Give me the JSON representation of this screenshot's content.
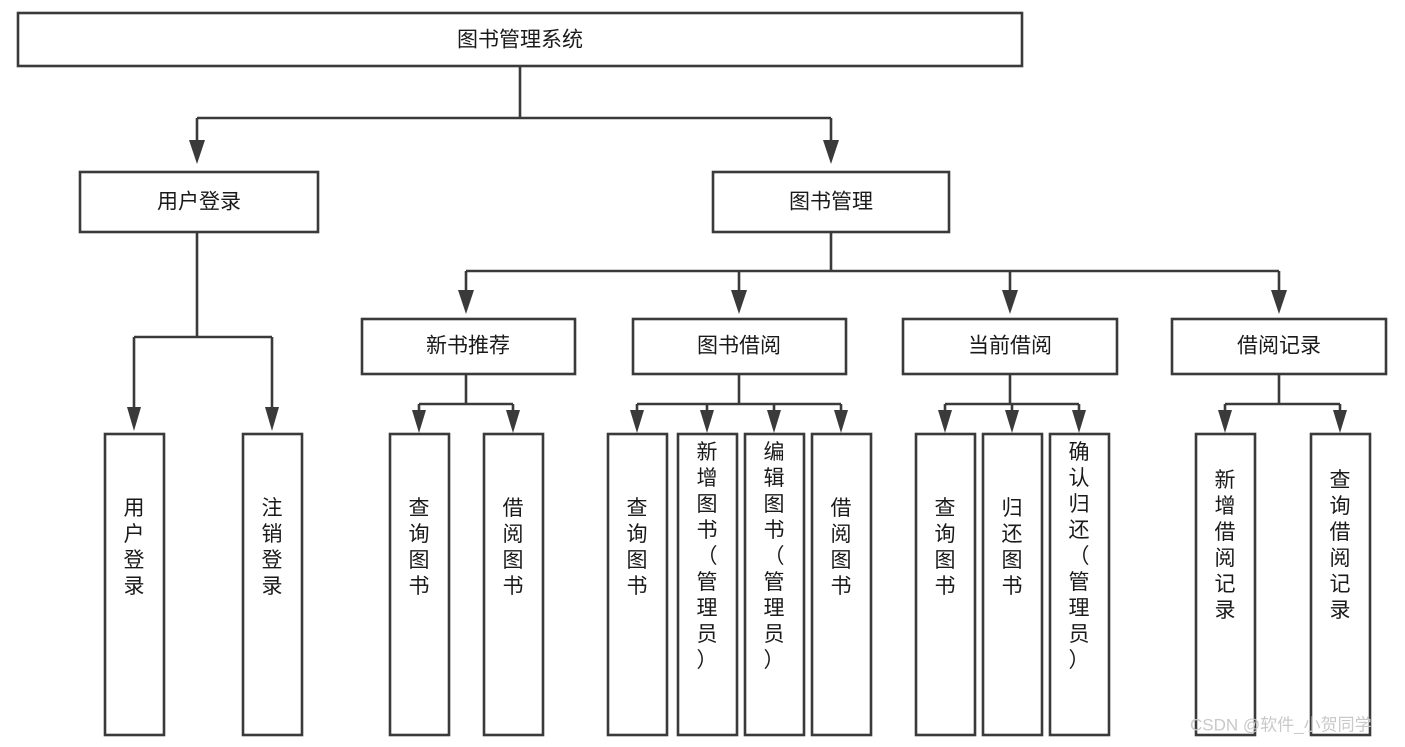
{
  "diagram": {
    "type": "hierarchy-tree",
    "title": "图书管理系统",
    "background_color": "#ffffff",
    "line_color": "#3a3a3a",
    "text_color": "#1a1a1a",
    "root": {
      "id": "root",
      "label": "图书管理系统",
      "orientation": "horizontal"
    },
    "level2": [
      {
        "id": "user-login",
        "label": "用户登录",
        "orientation": "horizontal"
      },
      {
        "id": "book-management",
        "label": "图书管理",
        "orientation": "horizontal"
      }
    ],
    "level3": [
      {
        "id": "new-book-recommend",
        "label": "新书推荐",
        "orientation": "horizontal"
      },
      {
        "id": "book-borrow",
        "label": "图书借阅",
        "orientation": "horizontal"
      },
      {
        "id": "current-borrow",
        "label": "当前借阅",
        "orientation": "horizontal"
      },
      {
        "id": "borrow-record",
        "label": "借阅记录",
        "orientation": "horizontal"
      }
    ],
    "leaves": [
      {
        "id": "leaf-user-login",
        "label": "用户登录",
        "parent": "user-login",
        "orientation": "vertical"
      },
      {
        "id": "leaf-logout-login",
        "label": "注销登录",
        "parent": "user-login",
        "orientation": "vertical"
      },
      {
        "id": "leaf-query-book-1",
        "label": "查询图书",
        "parent": "new-book-recommend",
        "orientation": "vertical"
      },
      {
        "id": "leaf-borrow-book-1",
        "label": "借阅图书",
        "parent": "new-book-recommend",
        "orientation": "vertical"
      },
      {
        "id": "leaf-query-book-2",
        "label": "查询图书",
        "parent": "book-borrow",
        "orientation": "vertical"
      },
      {
        "id": "leaf-add-book",
        "label": "新增图书（管理员）",
        "parent": "book-borrow",
        "orientation": "vertical"
      },
      {
        "id": "leaf-edit-book",
        "label": "编辑图书（管理员）",
        "parent": "book-borrow",
        "orientation": "vertical"
      },
      {
        "id": "leaf-borrow-book-2",
        "label": "借阅图书",
        "parent": "book-borrow",
        "orientation": "vertical"
      },
      {
        "id": "leaf-query-book-3",
        "label": "查询图书",
        "parent": "current-borrow",
        "orientation": "vertical"
      },
      {
        "id": "leaf-return-book",
        "label": "归还图书",
        "parent": "current-borrow",
        "orientation": "vertical"
      },
      {
        "id": "leaf-confirm-return",
        "label": "确认归还（管理员）",
        "parent": "current-borrow",
        "orientation": "vertical"
      },
      {
        "id": "leaf-add-record",
        "label": "新增借阅记录",
        "parent": "borrow-record",
        "orientation": "vertical"
      },
      {
        "id": "leaf-query-record",
        "label": "查询借阅记录",
        "parent": "borrow-record",
        "orientation": "vertical"
      }
    ]
  },
  "watermark": {
    "text": "CSDN @软件_小贺同学",
    "color": "#c9c9c9"
  }
}
